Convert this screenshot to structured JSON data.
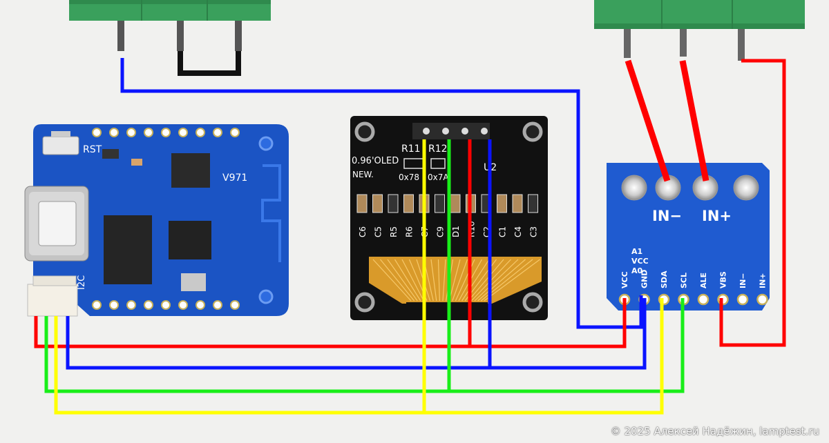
{
  "colors": {
    "background": "#f1f1ef",
    "wire_red": "#ff0000",
    "wire_blue": "#0a14ff",
    "wire_green": "#19ee19",
    "wire_yellow": "#ffff00",
    "wire_black": "#111111",
    "pcb_blue": "#1b54c4",
    "oled_black": "#111111",
    "terminal_green": "#3aa05c"
  },
  "d1_mini": {
    "rst_label": "RST",
    "chip_label": "V971",
    "i2c_label": "I2C"
  },
  "oled": {
    "title": "0.96'OLED",
    "new_label": "NEW.",
    "r11_label": "R11",
    "r12_label": "R12",
    "addr1_label": "0x78",
    "addr2_label": "0x7A",
    "u2_label": "U2",
    "component_labels": [
      "C6",
      "C5",
      "R5",
      "R6",
      "C7",
      "C9",
      "D1",
      "R10",
      "C2",
      "C1",
      "C4",
      "C3"
    ]
  },
  "ina_board": {
    "in_minus_label": "IN−",
    "in_plus_label": "IN+",
    "addr_a1": "A1",
    "addr_vcc": "VCC",
    "addr_a0": "A0",
    "pins": [
      "VCC",
      "GND",
      "SDA",
      "SCL",
      "ALE",
      "VBS",
      "IN−",
      "IN+"
    ]
  },
  "copyright": "© 2025 Алексей Надёжин, lamptest.ru"
}
